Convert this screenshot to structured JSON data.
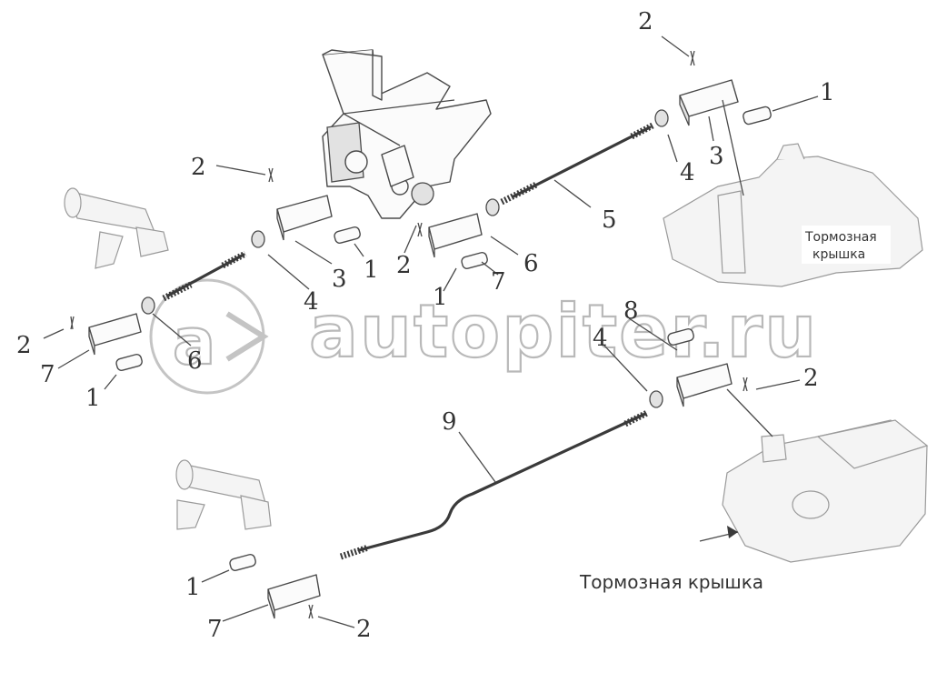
{
  "callouts": {
    "n2_top": "2",
    "n1_top": "1",
    "n3_top": "3",
    "n4_top": "4",
    "n5": "5",
    "n2_left": "2",
    "n3_mid": "3",
    "n1_mid": "1",
    "n2_mid": "2",
    "n6_mid": "6",
    "n7_mid": "7",
    "n1_mid2": "1",
    "n4_mid": "4",
    "n2_far": "2",
    "n6_left": "6",
    "n7_left": "7",
    "n1_left": "1",
    "n8": "8",
    "n4_right": "4",
    "n2_right": "2",
    "n9": "9",
    "n1_bottom": "1",
    "n7_bottom": "7",
    "n2_bottom": "2"
  },
  "labels": {
    "brake_cover_top_line1": "Тормозная",
    "brake_cover_top_line2": "крышка",
    "brake_cover_bottom": "Тормозная крышка"
  },
  "watermark": {
    "text": "autopiter.ru"
  }
}
